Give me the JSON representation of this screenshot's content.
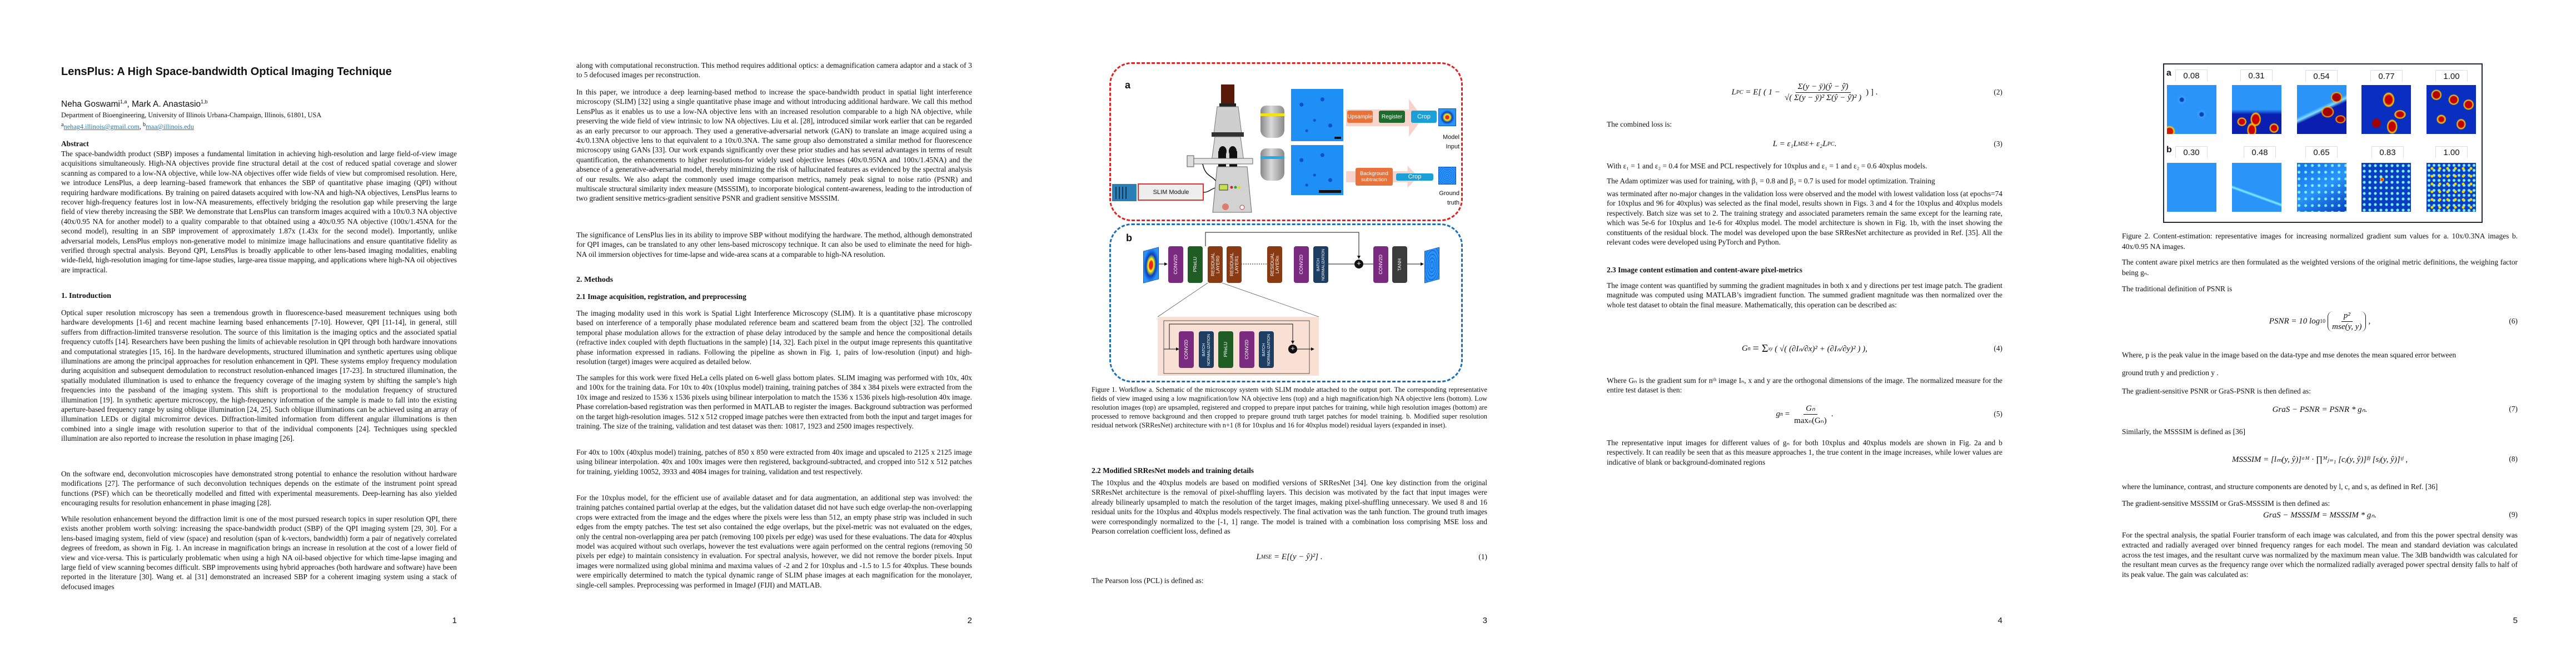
{
  "p1": {
    "title": "LensPlus: A High Space-bandwidth Optical Imaging Technique",
    "author1": "Neha Goswami",
    "author1_sup": "1,a",
    "author2": ", Mark A. Anastasio",
    "author2_sup": "1,b",
    "affiliation": "Department of Bioengineering, University of Illinois Urbana-Champaign, Illinois, 61801, USA",
    "email_a_sup": "a",
    "email_a": "nehag4.illinois@gmail.com",
    "email_sep": ", ",
    "email_b_sup": "b",
    "email_b": "maa@illinois.edu",
    "abstract_heading": "Abstract",
    "abstract": "The space-bandwidth product (SBP) imposes a fundamental limitation in achieving high-resolution and large field-of-view image acquisitions simultaneously. High-NA objectives provide fine structural detail at the cost of reduced spatial coverage and slower scanning as compared to a low-NA objective, while low-NA objectives offer wide fields of view but compromised resolution. Here, we introduce LensPlus, a deep learning–based framework that enhances the SBP of quantitative phase imaging (QPI) without requiring hardware modifications. By training on paired datasets acquired with low-NA and high-NA objectives, LensPlus learns to recover high-frequency features lost in low-NA measurements, effectively bridging the resolution gap while preserving the large field of view thereby increasing the SBP. We demonstrate that LensPlus can transform images acquired with a 10x/0.3 NA objective (40x/0.95 NA for another model) to a quality comparable to that obtained using a 40x/0.95 NA objective (100x/1.45NA for the second model), resulting in an SBP improvement of approximately 1.87x (1.43x for the second model). Importantly, unlike adversarial models, LensPlus employs non-generative model to minimize image hallucinations and ensure quantitative fidelity as verified through spectral analysis. Beyond QPI, LensPlus is broadly applicable to other lens-based imaging modalities, enabling wide-field, high-resolution imaging for time-lapse studies, large-area tissue mapping, and applications where high-NA oil objectives are impractical.",
    "intro_heading": "1. Introduction",
    "intro": [
      "Optical super resolution microscopy has seen a tremendous growth in fluorescence-based measurement techniques using both hardware developments [1-6] and recent machine learning based enhancements [7-10]. However, QPI [11-14], in general, still suffers from diffraction-limited transverse resolution. The source of this limitation is the imaging optics and the associated spatial frequency cutoffs [14]. Researchers have been pushing the limits of achievable resolution in QPI through both hardware innovations and computational strategies [15, 16]. In the hardware developments, structured illumination and synthetic apertures using oblique illuminations are among the principal approaches for resolution enhancement in QPI. These systems employ frequency modulation during acquisition and subsequent demodulation to reconstruct resolution-enhanced images [17-23]. In structured illumination, the spatially modulated illumination is used to enhance the frequency coverage of the imaging system by shifting the sample’s high frequencies into the passband of the imaging system. This shift is proportional to the modulation frequency of structured illumination [19]. In synthetic aperture microscopy, the high-frequency information of the sample is made to fall into the existing aperture-based frequency range by using oblique illumination [24, 25]. Such oblique illuminations can be achieved using an array of illumination LEDs or digital micromirror devices. Diffraction-limited information from different angular illuminations is then combined into a single image with resolution superior to that of the individual components [24]. Techniques using speckled illumination are also reported to increase the resolution in phase imaging [26].",
      "On the software end, deconvolution microscopies have demonstrated strong potential to enhance the resolution without hardware modifications [27]. The performance of such deconvolution techniques depends on the estimate of the instrument point spread functions (PSF) which can be theoretically modelled and fitted with experimental measurements. Deep-learning has also yielded encouraging results for resolution enhancement in phase imaging [28].",
      "While resolution enhancement beyond the diffraction limit is one of the most pursued research topics in super resolution QPI, there exists another problem worth solving: increasing the space-bandwidth product (SBP) of the QPI imaging system [29, 30]. For a lens-based imaging system, field of view (space) and resolution (span of k-vectors, bandwidth) form a pair of negatively correlated degrees of freedom, as shown in Fig. 1. An increase in magnification brings an increase in resolution at the cost of a lower field of view and vice-versa. This is particularly problematic when using a high NA oil-based objective for which time-lapse imaging and large field of view scanning becomes difficult. SBP improvements using hybrid approaches (both hardware and software) have been reported in the literature [30]. Wang et. al [31] demonstrated an increased SBP for a coherent imaging system using a stack of defocused images"
    ],
    "page_number": "1"
  },
  "p2": {
    "paras_top": [
      "along with computational reconstruction. This method requires additional optics: a demagnification camera adaptor and a stack of 3 to 5 defocused images per reconstruction.",
      "In this paper, we introduce a deep learning-based method to increase the space-bandwidth product in spatial light interference microscopy (SLIM) [32] using a single quantitative phase image and without introducing additional hardware. We call this method LensPlus as it enables us to use a low-NA objective lens with an increased resolution comparable to a high NA objective, while preserving the wide field of view intrinsic to low NA objectives. Liu et al. [28], introduced similar work earlier that can be regarded as an early precursor to our approach. They used a generative-adversarial network (GAN) to translate an image acquired using a 4x/0.13NA objective lens to that equivalent to a 10x/0.3NA. The same group also demonstrated a similar method for fluorescence microscopy using GANs [33]. Our work expands significantly over these prior studies and has several advantages in terms of result quantification, the enhancements to higher resolutions-for widely used objective lenses (40x/0.95NA and 100x/1.45NA) and the absence of a generative-adversarial model, thereby minimizing the risk of hallucinated features as evidenced by the spectral analysis of our results. We also adapt the commonly used image comparison metrics, namely peak signal to noise ratio (PSNR) and multiscale structural similarity index measure (MSSSIM), to incorporate biological content-awareness, leading to the introduction of two gradient sensitive metrics-gradient sensitive PSNR and gradient sensitive MSSSIM.",
      "The significance of LensPlus lies in its ability to improve SBP without modifying the hardware. The method, although demonstrated for QPI images, can be translated to any other lens-based microscopy technique. It can also be used to eliminate the need for high-NA oil immersion objectives for time-lapse and wide-area scans at a comparable to high-NA resolution."
    ],
    "methods_heading": "2. Methods",
    "sub21_heading": "2.1 Image acquisition, registration, and preprocessing",
    "paras_methods": [
      "The imaging modality used in this work is Spatial Light Interference Microscopy (SLIM). It is a quantitative phase microscopy based on interference of a temporally phase modulated reference beam and scattered beam from the object [32]. The controlled temporal phase modulation allows for the extraction of phase delay introduced by the sample and hence the compositional details (refractive index coupled with depth fluctuations in the sample) [14, 32]. Each pixel in the output image represents this quantitative phase information expressed in radians. Following the pipeline as shown in Fig. 1, pairs of low-resolution (input) and high-resolution (target) images were acquired as detailed below.",
      "The samples for this work were fixed HeLa cells plated on 6-well glass bottom plates. SLIM imaging was performed with 10x, 40x and 100x for the training data. For 10x to 40x (10xplus model) training, training patches of 384 x 384 pixels were extracted from the 10x image and resized to 1536 x 1536 pixels using bilinear interpolation to match the 1536 x 1536 pixels high-resolution 40x image. Phase correlation-based registration was then performed in MATLAB to register the images. Background subtraction was performed on the target high-resolution images. 512 x 512 cropped image patches were then extracted from both the input and target images for training. The size of the training, validation and test dataset was then: 10817, 1923 and 2500 images respectively.",
      "For 40x to 100x (40xplus model) training, patches of 850 x 850 were extracted from 40x image and upscaled to 2125 x 2125 image using bilinear interpolation. 40x and 100x images were then registered, background-subtracted, and cropped into 512 x 512 patches for training, yielding 10052, 3933 and 4084 images for training, validation and test respectively.",
      "For the 10xplus model, for the efficient use of available dataset and for data augmentation, an additional step was involved: the training patches contained partial overlap at the edges, but the validation dataset did not have such edge overlap-the non-overlapping crops were extracted from the image and the edges where the pixels were less than 512, an empty phase strip was included in such edges from the empty patches. The test set also contained the edge overlaps, but the pixel-metric was not evaluated on the edges, only the central non-overlapping area per patch (removing 100 pixels per edge) was used for these evaluations. The data for 40xplus model was acquired without such overlaps, however the test evaluations were again performed on the central regions (removing 50 pixels per edge) to maintain consistency in evaluation. For spectral analysis, however, we did not remove the border pixels. Input images were normalized using global minima and maxima values of -2 and 2 for 10xplus and -1.5 to 1.5 for 40xplus. These bounds were empirically determined to match the typical dynamic range of SLIM phase images at each magnification for the monolayer, single-cell samples. Preprocessing was performed in ImageJ (FIJI) and MATLAB."
    ],
    "page_number": "2"
  },
  "p3": {
    "figure1": {
      "panel_a": "a",
      "panel_b": "b",
      "slim_module": "SLIM Module",
      "upsample": "Upsample",
      "register": "Register",
      "crop_top": "Crop",
      "background_subtraction": "Background subtraction",
      "crop_bottom": "Crop",
      "model_input": "Model Input",
      "ground_truth": "Ground truth",
      "blocks": [
        "CONV2D",
        "PReLU",
        "RESIDUAL LAYER0",
        "RESIDUAL LAYER1",
        "RESIDUAL LAYERn",
        "CONV2D",
        "BATCH NORMALIZATION",
        "CONV2D",
        "TANH"
      ],
      "inset_blocks": [
        "CONV2D",
        "BATCH NORMALIZATION",
        "PReLU",
        "CONV2D",
        "BATCH NORMALIZATION"
      ],
      "plus": "+"
    },
    "caption": "Figure 1. Workflow a. Schematic of the microscopy system with SLIM module attached to the output port. The corresponding representative fields of view imaged using a low magnification/low NA objective lens (top) and a high magnification/high NA objective lens (bottom). Low resolution images (top) are upsampled, registered and cropped to prepare input patches for training, while high resolution images (bottom) are processed to remove background and then cropped to prepare ground truth target patches for model training. b. Modified super resolution residual network (SRResNet) architecture with n+1 (8 for 10xplus and 16 for 40xplus model) residual layers (expanded in inset).",
    "sub22_heading": "2.2 Modified SRResNet models and training details",
    "para": "The 10xplus and the 40xplus models are based on modified versions of SRResNet [34]. One key distinction from the original SRResNet architecture is the removal of pixel-shuffling layers. This decision was motivated by the fact that input images were already bilinearly upsampled to match the resolution of the target images, making pixel-shuffling unnecessary. We used 8 and 16 residual units for the 10xplus and 40xplus models respectively. The final activation was the tanh function. The ground truth images were correspondingly normalized to the [-1, 1] range. The model is trained with a combination loss comprising MSE loss and Pearson correlation coefficient loss, defined as",
    "eq1": {
      "lhs": "L",
      "sub": "MSE",
      "rhs": "= E[(y − ŷ)²]  .",
      "num": "(1)"
    },
    "pearson": "The Pearson loss (PCL) is defined as:",
    "page_number": "3"
  },
  "p4": {
    "eq2": {
      "lhs": "L",
      "sub": "PC",
      "pre": "= E[ ( 1 −",
      "numer": "Σ(y − ȳ)(ŷ − ŷ̄)",
      "denom": "√( Σ(y − ȳ)² Σ(ŷ − ŷ̄)² )",
      "post": ") ]   .",
      "num": "(2)"
    },
    "combined": "The combined loss is:",
    "eq3": {
      "text": "L = ε₁L",
      "sub1": "MSE",
      "mid": " + ε₂L",
      "sub2": "PC",
      "post": "  .",
      "num": "(3)"
    },
    "with_line": "With ε₁ = 1 and ε₂ = 0.4 for MSE and PCL respectively for 10xplus and ε₁ = 1 and ε₂ = 0.6 40xplus models.",
    "adam_line": "The Adam optimizer was used for training, with β₁ = 0.8 and β₂ = 0.7 is used for model optimization. Training",
    "training_para": "was terminated after no-major changes in the validation loss were observed and the model with lowest validation loss (at epochs=74 for 10xplus and 96 for 40xplus) was selected as the final model, results shown in Figs. 3 and 4 for the 10xplus and 40xplus models respectively. Batch size was set to 2. The training strategy and associated parameters remain the same except for the learning rate, which was 5e-6 for 10xplus and 1e-6 for 40xplus model. The model architecture is shown in Fig. 1b, with the inset showing the constituents of the residual block. The model was developed upon the base SRResNet architecture as provided in Ref. [35]. All the relevant codes were developed using PyTorch and Python.",
    "sub23_heading": "2.3 Image content estimation and content-aware pixel-metrics",
    "content_para": "The image content was quantified by summing the gradient magnitudes in both x and y directions per test image patch. The gradient magnitude was computed using MATLAB’s imgradient function. The summed gradient magnitude was then normalized over the whole test dataset to obtain the final measure. Mathematically, this operation can be described as:",
    "eq4": {
      "lhs": "G",
      "sub": "n",
      "rhs": "= Σ",
      "sum_sub": "xy",
      "body": "( √( (∂Iₙ/∂x)² + (∂Iₙ/∂y)² ) ),",
      "num": "(4)"
    },
    "where_para": "Where Gₙ is the gradient sum for nᵗʰ image Iₙ, x and y are the orthogonal dimensions of the image. The normalized measure for the entire test dataset is then:",
    "eq5": {
      "lhs": "g",
      "sub": "n",
      "eqs": "=",
      "numer": "Gₙ",
      "denom": "maxₙ(Gₙ)",
      "post": ".",
      "num": "(5)"
    },
    "repr_para": "The representative input images for different values of gₙ for both 10xplus and 40xplus models are shown in Fig. 2a and b respectively. It can readily be seen that as this measure approaches 1, the true content in the image increases, while lower values are indicative of blank or background-dominated regions",
    "page_number": "4"
  },
  "p5": {
    "figure2": {
      "row_a_label": "a",
      "row_b_label": "b",
      "row_a_values": [
        "0.08",
        "0.31",
        "0.54",
        "0.77",
        "1.00"
      ],
      "row_b_values": [
        "0.30",
        "0.48",
        "0.65",
        "0.83",
        "1.00"
      ]
    },
    "caption": "Figure 2. Content-estimation: representative images for increasing normalized gradient sum values for a. 10x/0.3NA images b. 40x/0.95 NA images.",
    "para1": "The content aware pixel metrics are then formulated as the weighted versions of the original metric definitions, the weighing factor being gₙ.",
    "psnr_def": "The traditional definition of PSNR is",
    "eq6": {
      "lhs": "PSNR = 10 log",
      "sub": "10",
      "numer": "p²",
      "denom": "mse(y, y)",
      "post": ",",
      "num": "(6)"
    },
    "where1": "Where, p is the peak value in the image based on the data-type and mse denotes the mean squared error between",
    "where2": "ground truth y and prediction y .",
    "gras_psnr_def": "The gradient-sensitive PSNR or GraS-PSNR is then defined as:",
    "eq7": {
      "text": "GraS − PSNR = PSNR * gₙ.",
      "num": "(7)"
    },
    "msssim_def": "Similarly, the MSSSIM is defined as [36]",
    "eq8": {
      "text": "MSSSIM = [lₘ(y, ŷ)]ᵅᴹ · ∏ᴹⱼ₌₁ [cⱼ(y, ŷ)]ᵝʲ [sⱼ(y, ŷ)]ᵞʲ ,",
      "num": "(8)"
    },
    "lum_line": "where the luminance, contrast, and structure components are denoted by l, c, and s, as defined in Ref. [36]",
    "gras_msssim_def": "The gradient-sensitive MSSSIM or GraS-MSSSIM is then defined as:",
    "eq9": {
      "text": "GraS − MSSSIM = MSSSIM * gₙ.",
      "num": "(9)"
    },
    "spectral_para": "For the spectral analysis, the spatial Fourier transform of each image was calculated, and from this the power spectral density was extracted and radially averaged over binned frequency ranges for each model. The mean and standard deviation was calculated across the test images, and the resultant curve was normalized by the maximum mean value. The 3dB bandwidth was calculated for the resultant mean curves as the frequency range over which the normalized radially averaged power spectral density falls to half of its peak value. The gain was calculated as:",
    "page_number": "5"
  }
}
